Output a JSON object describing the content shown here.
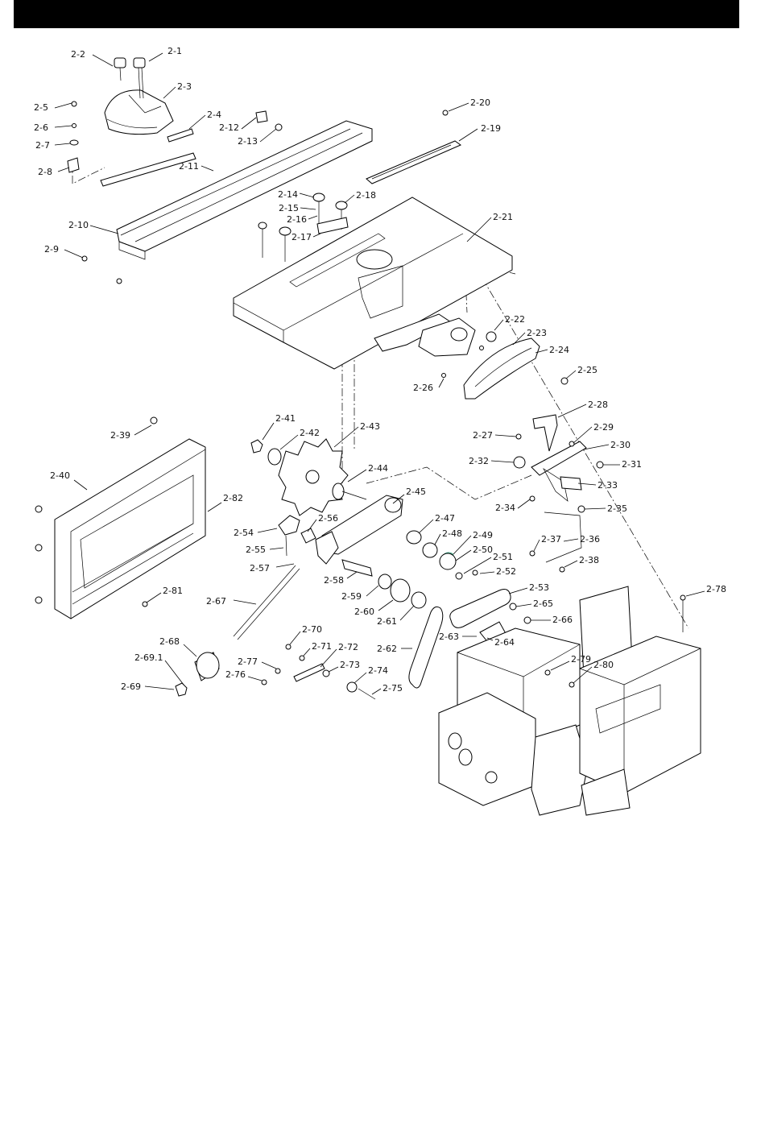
{
  "labels": [
    "2-1",
    "2-2",
    "2-3",
    "2-4",
    "2-5",
    "2-6",
    "2-7",
    "2-8",
    "2-9",
    "2-10",
    "2-11",
    "2-12",
    "2-13",
    "2-14",
    "2-15",
    "2-16",
    "2-17",
    "2-18",
    "2-19",
    "2-20",
    "2-21",
    "2-22",
    "2-23",
    "2-24",
    "2-25",
    "2-26",
    "2-27",
    "2-28",
    "2-29",
    "2-30",
    "2-31",
    "2-32",
    "2-33",
    "2-34",
    "2-35",
    "2-36",
    "2-37",
    "2-38",
    "2-39",
    "2-40",
    "2-41",
    "2-42",
    "2-43",
    "2-44",
    "2-45",
    "2-47",
    "2-48",
    "2-49",
    "2-50",
    "2-51",
    "2-52",
    "2-53",
    "2-54",
    "2-55",
    "2-56",
    "2-57",
    "2-58",
    "2-59",
    "2-60",
    "2-61",
    "2-62",
    "2-63",
    "2-64",
    "2-65",
    "2-66",
    "2-67",
    "2-68",
    "2-69.1",
    "2-69",
    "2-70",
    "2-71",
    "2-72",
    "2-73",
    "2-74",
    "2-75",
    "2-76",
    "2-77",
    "2-78",
    "2-79",
    "2-80",
    "2-81",
    "2-82"
  ]
}
